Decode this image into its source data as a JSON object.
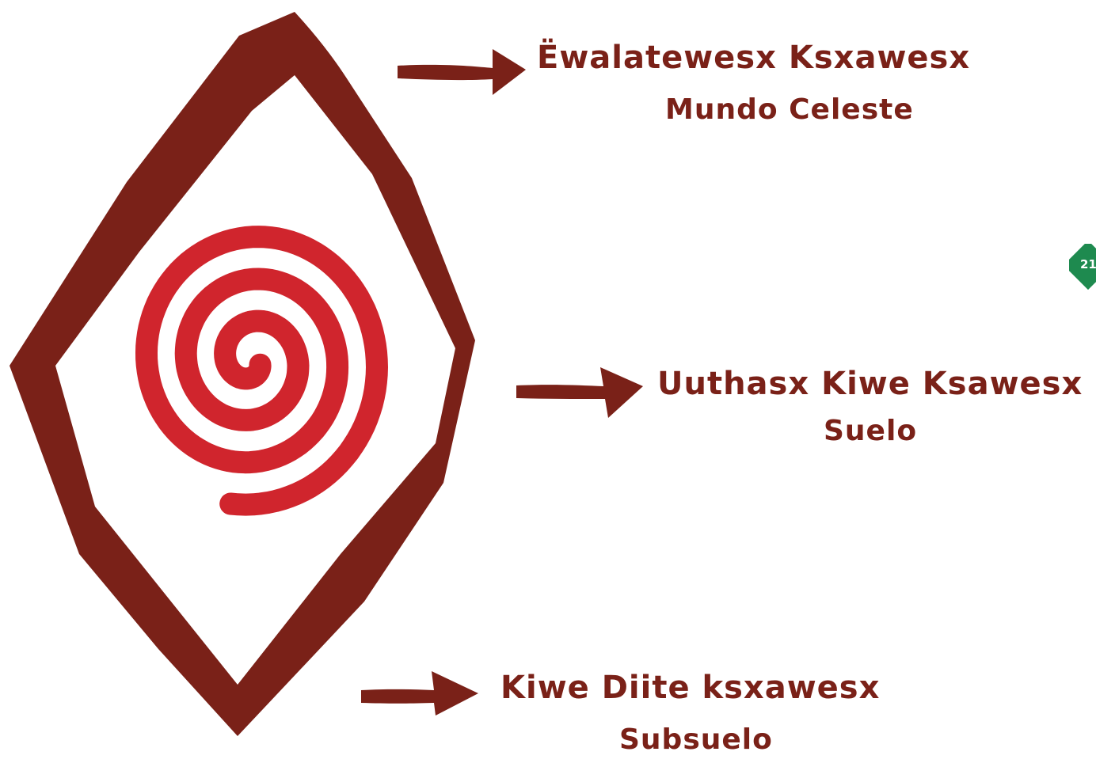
{
  "colors": {
    "outline": "#7a2118",
    "spiral": "#d0252d",
    "badge": "#1e8a4f",
    "background": "#ffffff"
  },
  "labels": {
    "upper": {
      "primary": "Ëwalatewesx Ksxawesx",
      "secondary": "Mundo Celeste"
    },
    "middle": {
      "primary": "Uuthasx Kiwe Ksawesx",
      "secondary": "Suelo"
    },
    "lower": {
      "primary": "Kiwe Diite ksxawesx",
      "secondary": "Subsuelo"
    }
  },
  "page_badge": {
    "number": "21"
  },
  "icons": [
    "diamond-outline-icon",
    "spiral-icon",
    "arrow-right-icon"
  ]
}
